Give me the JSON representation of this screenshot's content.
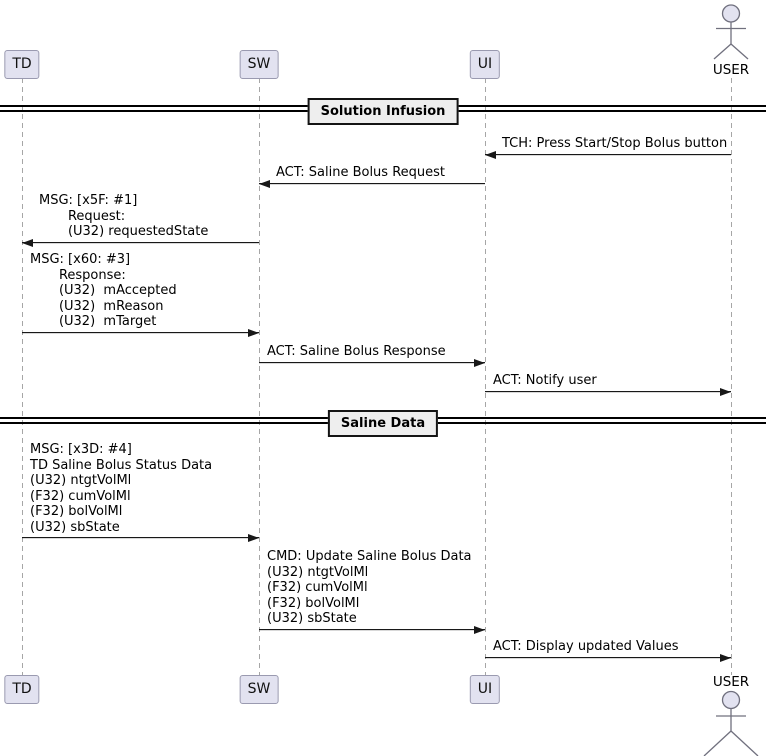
{
  "diagram": {
    "type": "uml-sequence-diagram",
    "participants": [
      {
        "id": "TD",
        "label": "TD",
        "kind": "box"
      },
      {
        "id": "SW",
        "label": "SW",
        "kind": "box"
      },
      {
        "id": "UI",
        "label": "UI",
        "kind": "box"
      },
      {
        "id": "USER",
        "label": "USER",
        "kind": "actor"
      }
    ],
    "sections": [
      {
        "title": "Solution Infusion",
        "messages": [
          {
            "from": "USER",
            "to": "UI",
            "text": "TCH: Press Start/Stop Bolus button"
          },
          {
            "from": "UI",
            "to": "SW",
            "text": "ACT: Saline Bolus Request"
          },
          {
            "from": "SW",
            "to": "TD",
            "text": "MSG: [x5F: #1]\n\tRequest:\n\t(U32) requestedState"
          },
          {
            "from": "TD",
            "to": "SW",
            "text": "MSG: [x60: #3]\n\tResponse:\n\t(U32)  mAccepted\n\t(U32)  mReason\n\t(U32)  mTarget"
          },
          {
            "from": "SW",
            "to": "UI",
            "text": "ACT: Saline Bolus Response"
          },
          {
            "from": "UI",
            "to": "USER",
            "text": "ACT: Notify user"
          }
        ]
      },
      {
        "title": "Saline Data",
        "messages": [
          {
            "from": "TD",
            "to": "SW",
            "text": "MSG: [x3D: #4]\nTD Saline Bolus Status Data\n(U32) ntgtVolMl\n(F32) cumVolMl\n(F32) bolVolMl\n(U32) sbState"
          },
          {
            "from": "SW",
            "to": "UI",
            "text": "CMD: Update Saline Bolus Data\n(U32) ntgtVolMl\n(F32) cumVolMl\n(F32) bolVolMl\n(U32) sbState"
          },
          {
            "from": "UI",
            "to": "USER",
            "text": "ACT: Display updated Values"
          }
        ]
      }
    ],
    "colors": {
      "background": "#FFFFFF",
      "participant_fill": "#E2E2F0",
      "participant_border": "#9A9AB0",
      "divider_fill": "#EEEEEE",
      "divider_border": "#141414",
      "lifeline": "#A6A6A6",
      "arrow": "#181818",
      "text": "#000000"
    }
  }
}
